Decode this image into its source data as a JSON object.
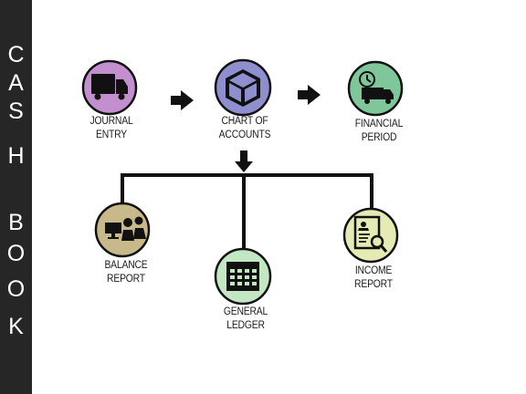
{
  "sidebar": {
    "letters": [
      "C",
      "A",
      "S",
      "H",
      "B",
      "O",
      "O",
      "K"
    ]
  },
  "nodes": {
    "journal_entry": {
      "label": "JOURNAL\nENTRY",
      "icon": "truck-icon",
      "color": "#c48fcf"
    },
    "chart_of_accounts": {
      "label": "CHART OF\nACCOUNTS",
      "icon": "cube-icon",
      "color": "#8f8fd0"
    },
    "financial_period": {
      "label": "FINANCIAL\nPERIOD",
      "icon": "delivery-clock-icon",
      "color": "#7fc79a"
    },
    "balance_report": {
      "label": "BALANCE\nREPORT",
      "icon": "meeting-icon",
      "color": "#c8b98b"
    },
    "general_ledger": {
      "label": "GENERAL\nLEDGER",
      "icon": "grid-table-icon",
      "color": "#c3e6c3"
    },
    "income_report": {
      "label": "INCOME\nREPORT",
      "icon": "document-search-icon",
      "color": "#e6eab4"
    }
  }
}
